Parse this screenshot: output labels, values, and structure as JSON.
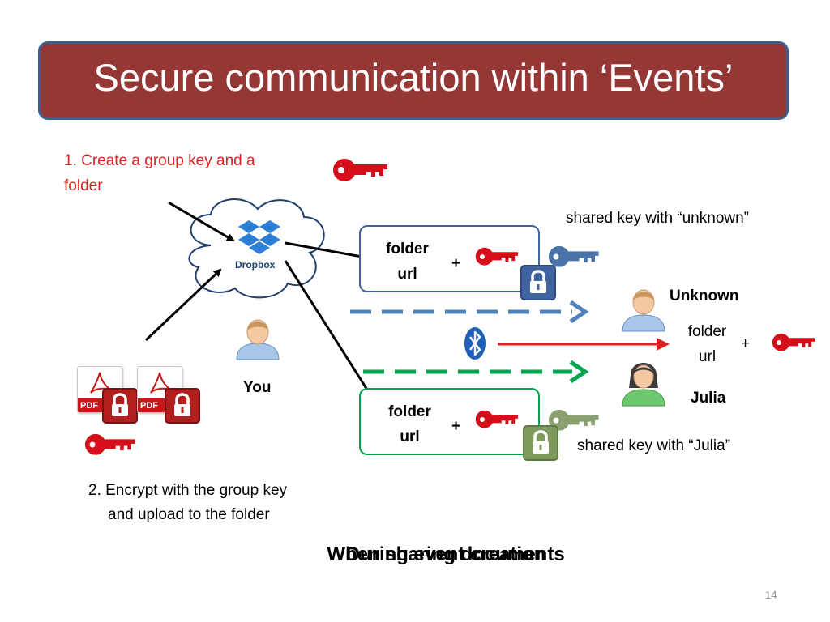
{
  "slide": {
    "title": "Secure communication within ‘Events’",
    "page_number": "14"
  },
  "steps": {
    "step1_line1": "1. Create a group key and a",
    "step1_line2": "folder",
    "step2_line1": "2. Encrypt with the group key",
    "step2_line2": "and upload to the folder"
  },
  "cloud": {
    "label": "Dropbox"
  },
  "people": {
    "you": "You",
    "unknown": "Unknown",
    "julia": "Julia"
  },
  "boxes": {
    "top": {
      "line1": "folder",
      "line2": "url",
      "plus": "+"
    },
    "bottom": {
      "line1": "folder",
      "line2": "url",
      "plus": "+"
    },
    "bluetooth_payload": {
      "line1": "folder",
      "line2": "url",
      "plus": "+"
    }
  },
  "shared_keys": {
    "unknown": "shared key with “unknown”",
    "julia": "shared key with “Julia”"
  },
  "files": {
    "label": "PDF"
  },
  "captions": {
    "a": "When sharing documents",
    "b": "During event creation"
  },
  "colors": {
    "title_bg": "#953735",
    "group_key": "#d40f1a",
    "unknown_key": "#4a74a8",
    "julia_key": "#8aa070",
    "dashed_blue": "#4f81bd",
    "dashed_green": "#00a550"
  },
  "icons": [
    "dropbox-logo-icon",
    "red-key-icon",
    "blue-key-icon",
    "green-key-icon",
    "lock-icon",
    "bluetooth-icon",
    "person-icon",
    "pdf-file-icon"
  ]
}
